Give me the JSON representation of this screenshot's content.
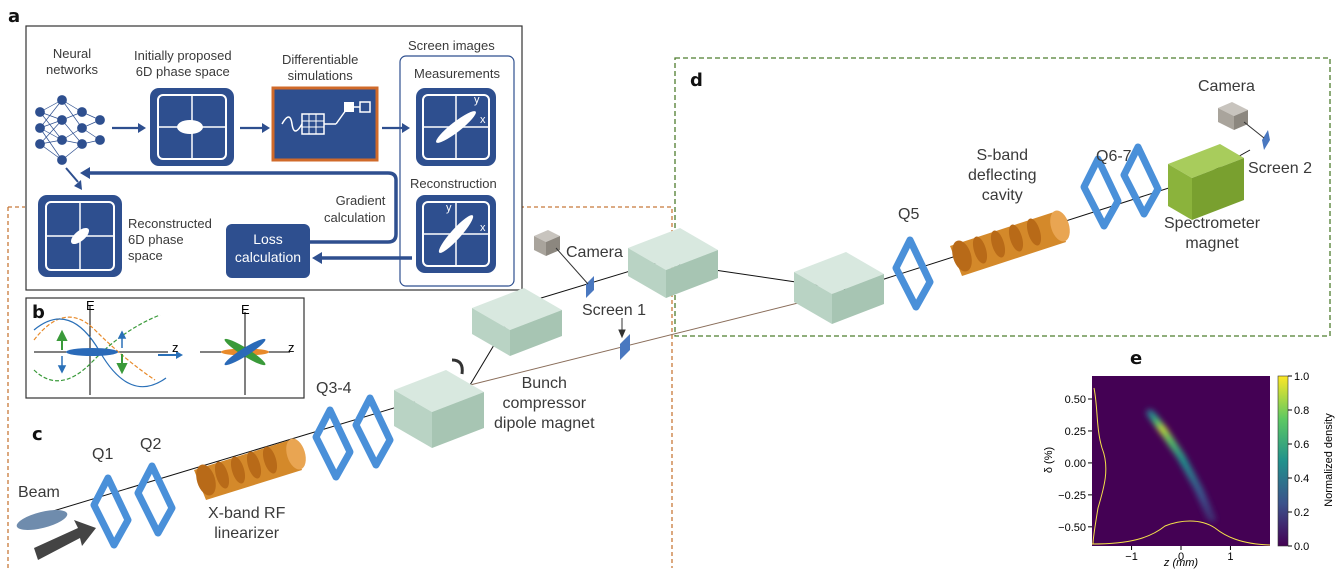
{
  "panels": {
    "a": "a",
    "b": "b",
    "c": "c",
    "d": "d",
    "e": "e"
  },
  "panel_a": {
    "neural_networks": "Neural\nnetworks",
    "initial_phase_space": "Initially proposed\n6D phase space",
    "diff_sim": "Differentiable\nsimulations",
    "screen_images": "Screen images",
    "measurements": "Measurements",
    "reconstruction": "Reconstruction",
    "gradient_calc": "Gradient\ncalculation",
    "loss_calc": "Loss\ncalculation",
    "reconstructed": "Reconstructed\n6D phase\nspace",
    "axis_x": "x",
    "axis_y": "y"
  },
  "panel_b": {
    "E": "E",
    "z": "z"
  },
  "beamline": {
    "beam": "Beam",
    "q1": "Q1",
    "q2": "Q2",
    "xband": "X-band RF\nlinearizer",
    "q34": "Q3-4",
    "bunch_compressor": "Bunch\ncompressor\ndipole magnet",
    "camera1": "Camera",
    "screen1": "Screen 1",
    "q5": "Q5",
    "sband": "S-band\ndeflecting\ncavity",
    "q67": "Q6-7",
    "camera2": "Camera",
    "screen2": "Screen 2",
    "spectrometer": "Spectrometer\nmagnet"
  },
  "colors": {
    "dark_blue": "#2e4f8f",
    "quad_blue": "#4a90d9",
    "dipole_green": "#b9d3c4",
    "spectrometer_green": "#8bb33c",
    "cavity_orange": "#d4892a",
    "frame_orange": "#c8793a",
    "frame_green": "#4e7d2e"
  },
  "chart_data": {
    "type": "heatmap",
    "xlabel": "z (mm)",
    "ylabel": "δ (%)",
    "x_ticks": [
      "−1",
      "0",
      "1"
    ],
    "y_ticks": [
      "0.50",
      "0.25",
      "0.00",
      "−0.25",
      "−0.50"
    ],
    "colorbar_label": "Normalized density",
    "colorbar_ticks": [
      "1.0",
      "0.8",
      "0.6",
      "0.4",
      "0.2",
      "0.0"
    ],
    "xlim": [
      -1.8,
      1.8
    ],
    "ylim": [
      -0.65,
      0.68
    ],
    "clim": [
      0.0,
      1.0
    ],
    "colormap": "viridis",
    "description_points": [
      {
        "z": -0.6,
        "delta": 0.38,
        "density": 0.35
      },
      {
        "z": -0.35,
        "delta": 0.25,
        "density": 0.9
      },
      {
        "z": 0.0,
        "delta": 0.05,
        "density": 0.55
      },
      {
        "z": 0.35,
        "delta": -0.2,
        "density": 0.3
      },
      {
        "z": 0.6,
        "delta": -0.42,
        "density": 0.15
      }
    ]
  }
}
